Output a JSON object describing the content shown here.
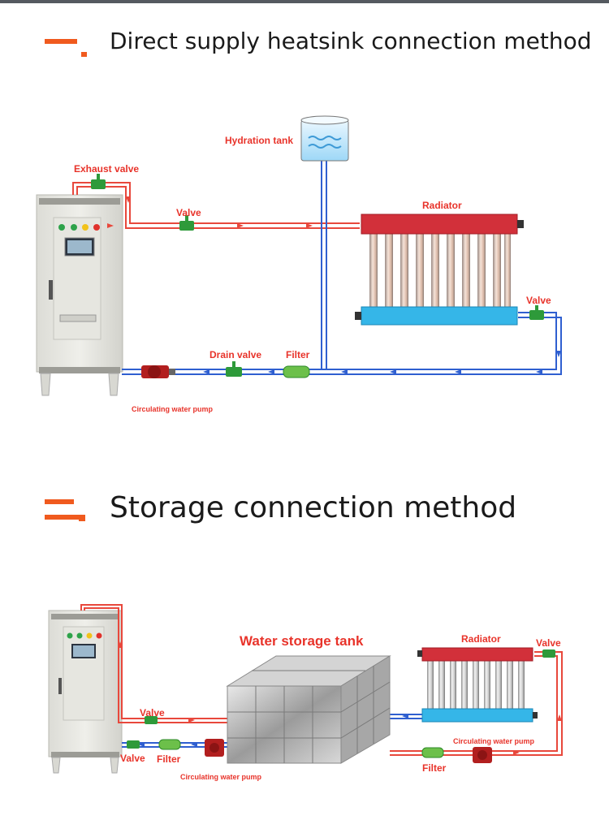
{
  "section1": {
    "title": "Direct supply heatsink connection method",
    "labels": {
      "hydration_tank": "Hydration tank",
      "exhaust_valve": "Exhaust valve",
      "valve_supply": "Valve",
      "radiator": "Radiator",
      "valve_return": "Valve",
      "drain_valve": "Drain valve",
      "filter": "Filter",
      "pump": "Circulating water pump"
    }
  },
  "section2": {
    "title": "Storage connection method",
    "labels": {
      "tank": "Water storage tank",
      "radiator": "Radiator",
      "valve_right": "Valve",
      "valve_top": "Valve",
      "valve_bottom": "Valve",
      "filter_left": "Filter",
      "pump_left": "Circulating water pump",
      "pump_right": "Circulating water pump",
      "filter_right": "Filter"
    }
  },
  "colors": {
    "accent": "#f05a1e",
    "label_red": "#e8332a",
    "hot_pipe": "#e8483c",
    "cold_pipe": "#2f5fd0",
    "valve_green": "#2e9a3a",
    "radiator_red": "#d2303a",
    "radiator_blue": "#35b6e8"
  }
}
